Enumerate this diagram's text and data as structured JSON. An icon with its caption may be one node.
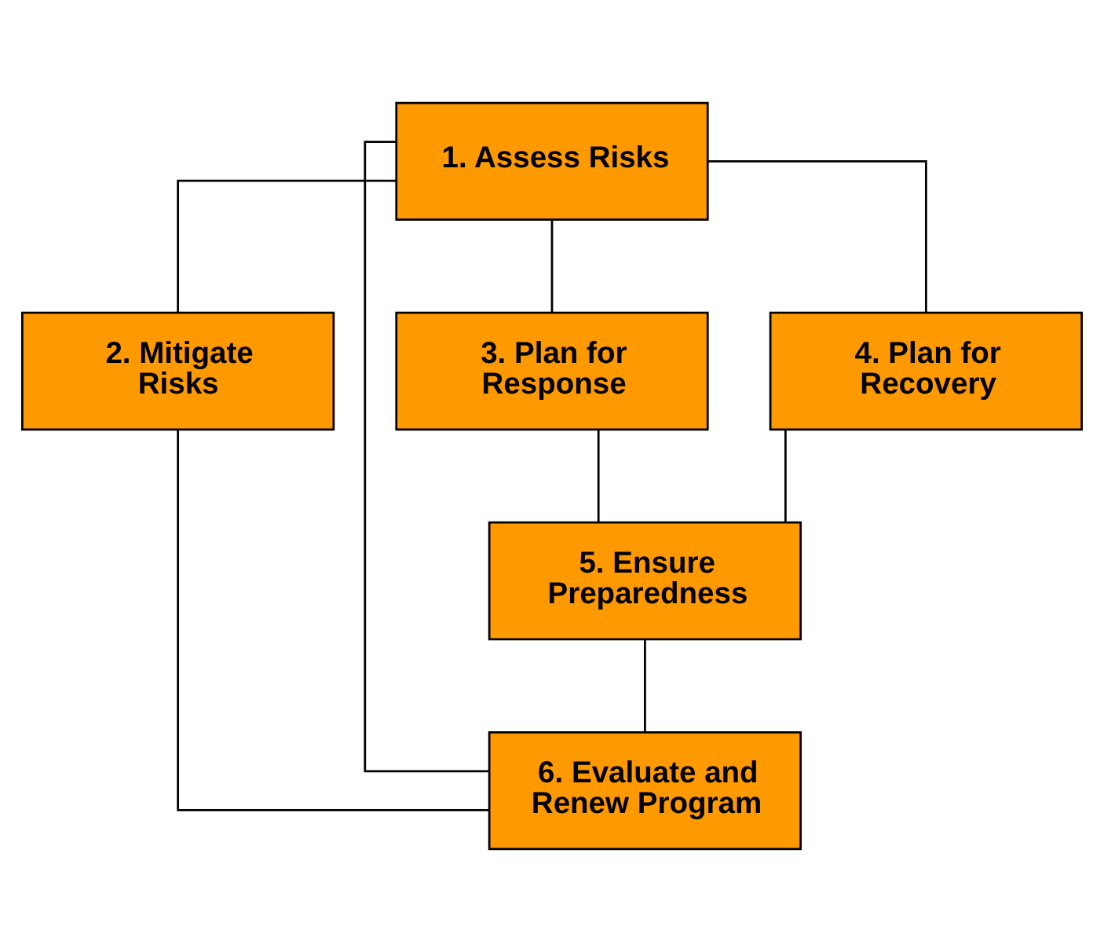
{
  "diagram": {
    "nodes": [
      {
        "text": [
          "1. Assess Risks"
        ]
      },
      {
        "text": [
          "2. Mitigate Risks"
        ]
      },
      {
        "text": [
          "3. Plan for Response"
        ]
      },
      {
        "text": [
          "4. Plan for Recovery"
        ]
      },
      {
        "text": [
          "5. Ensure Preparedness"
        ]
      },
      {
        "text": [
          "6. Evaluate and Renew Program"
        ]
      }
    ],
    "edges": [
      {
        "from": 0,
        "to": 1,
        "arrow": "none"
      },
      {
        "from": 0,
        "to": 2,
        "arrow": "none"
      },
      {
        "from": 0,
        "to": 3,
        "arrow": "none"
      },
      {
        "from": 2,
        "to": 4,
        "arrow": "none"
      },
      {
        "from": 3,
        "to": 4,
        "arrow": "none"
      },
      {
        "from": 1,
        "to": 5,
        "arrow": "none"
      },
      {
        "from": 4,
        "to": 5,
        "arrow": "none"
      },
      {
        "from": 5,
        "to": 0,
        "arrow": "none"
      }
    ]
  }
}
